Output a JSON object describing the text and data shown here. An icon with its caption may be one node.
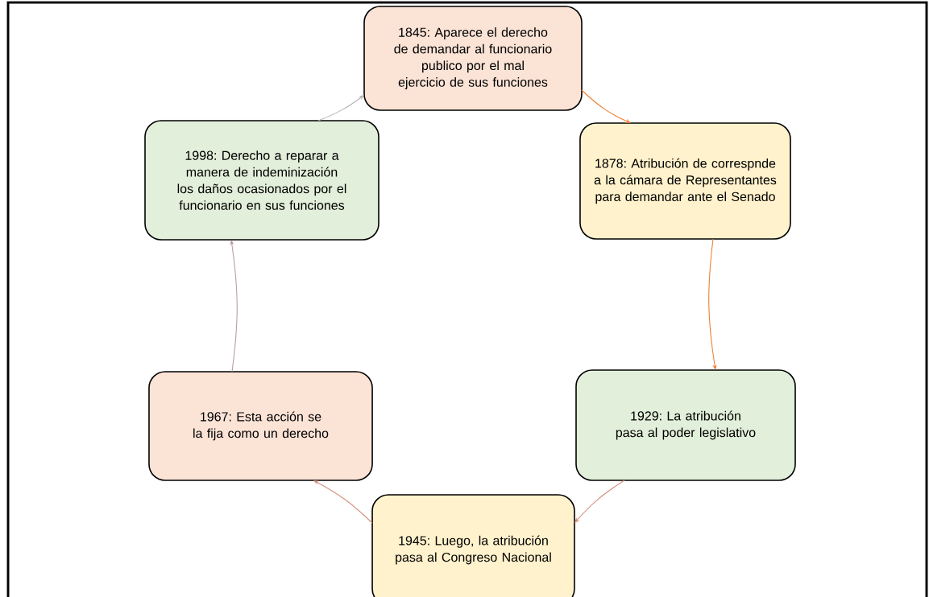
{
  "diagram": {
    "nodes": [
      {
        "text": [
          "1845: Aparece el derecho de demandar al funcionario publico por el mal ejercicio de sus funciones"
        ]
      },
      {
        "text": [
          "1878: Atribución de correspnde a la cámara de Representantes para demandar ante el Senado"
        ]
      },
      {
        "text": [
          "1929: La atribución pasa al poder legislativo"
        ]
      },
      {
        "text": [
          "1945: Luego, la atribución pasa al Congreso Nacional"
        ]
      },
      {
        "text": [
          "1967: Esta acción se la fija como un derecho"
        ]
      },
      {
        "text": [
          "1998: Derecho a reparar a manera de indeminización los daños ocasionados por el funcionario en sus funciones"
        ]
      }
    ],
    "edges": [
      {
        "from": 0,
        "to": 1,
        "arrow": "to",
        "color": "#ed7d31"
      },
      {
        "from": 1,
        "to": 2,
        "arrow": "to",
        "color": "#ed7d31"
      },
      {
        "from": 2,
        "to": 3,
        "arrow": "to",
        "color": "#d4907a"
      },
      {
        "from": 3,
        "to": 4,
        "arrow": "to",
        "color": "#d4907a"
      },
      {
        "from": 4,
        "to": 5,
        "arrow": "to",
        "color": "#b89aa4"
      },
      {
        "from": 5,
        "to": 0,
        "arrow": "to",
        "color": "#b4b4b4"
      }
    ]
  }
}
